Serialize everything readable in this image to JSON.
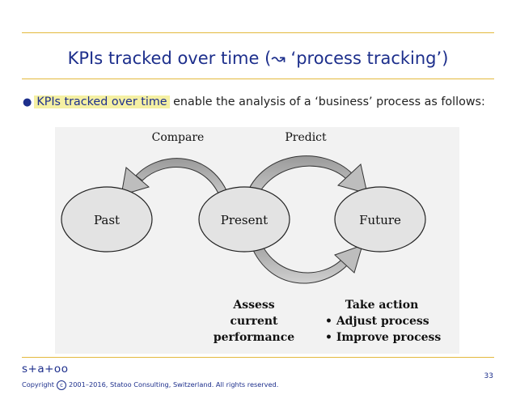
{
  "slide": {
    "title": "KPIs tracked over time (↝ ‘process tracking’)",
    "bullet_highlight": "KPIs tracked over time",
    "bullet_rest": " enable the analysis of a ‘business’ process as follows:",
    "page_number": "33"
  },
  "diagram": {
    "nodes": {
      "past": "Past",
      "present": "Present",
      "future": "Future"
    },
    "arrows": {
      "compare": "Compare",
      "predict": "Predict"
    },
    "assess_lines": [
      "Assess",
      "current",
      "performance"
    ],
    "action_title": "Take action",
    "action_items": [
      "• Adjust process",
      "• Improve process"
    ]
  },
  "footer": {
    "logo": "s+a+oo",
    "copyright_prefix": "Copyright",
    "copyright_symbol": "c",
    "copyright_rest": "2001–2016, Statoo Consulting, Switzerland. All rights reserved."
  },
  "colors": {
    "accent_rule": "#e3b93d",
    "title_blue": "#1d2f8c",
    "highlight": "#f5f0a3"
  }
}
